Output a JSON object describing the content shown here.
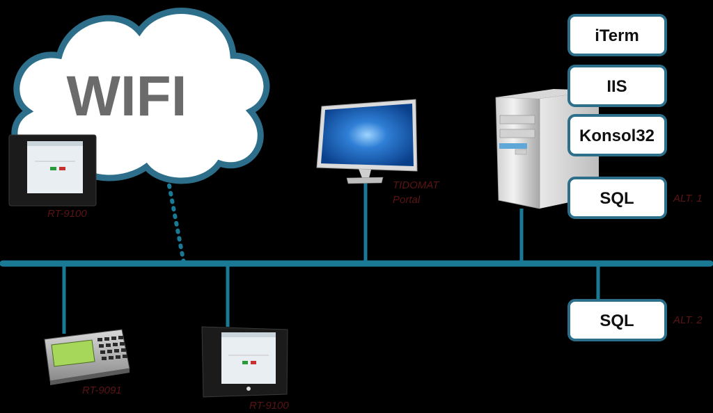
{
  "cloud": {
    "label": "WIFI"
  },
  "devices": {
    "terminal_wifi": {
      "label": "RT-9100"
    },
    "portal": {
      "label_line1": "TIDOMAT",
      "label_line2": "Portal"
    },
    "terminal_keypad": {
      "label": "RT-9091"
    },
    "terminal_lan": {
      "label": "RT-9100"
    }
  },
  "server_boxes": [
    {
      "label": "iTerm"
    },
    {
      "label": "IIS"
    },
    {
      "label": "Konsol32"
    },
    {
      "label": "SQL",
      "alt": "ALT. 1"
    }
  ],
  "sql_alt2": {
    "label": "SQL",
    "alt": "ALT. 2"
  },
  "colors": {
    "network_line": "#1a7a96",
    "cloud_border": "#2d6f8a",
    "box_border": "#2d6f8a",
    "background": "#000000"
  }
}
